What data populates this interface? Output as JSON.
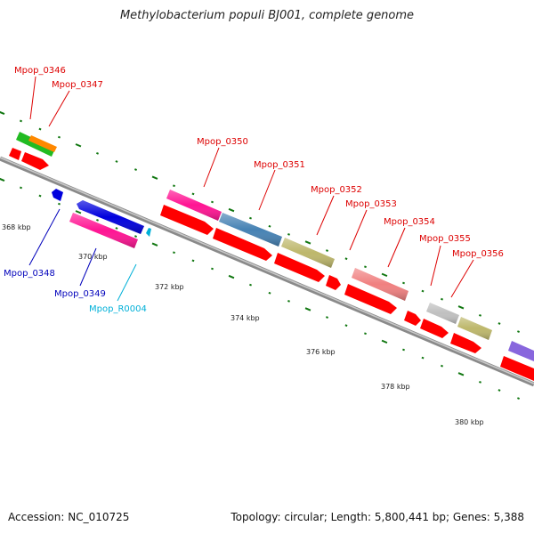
{
  "title": "Methylobacterium populi BJ001, complete genome",
  "footer": {
    "accession": "Accession: NC_010725",
    "summary": "Topology: circular; Length: 5,800,441 bp; Genes: 5,388"
  },
  "ruler": {
    "labels": [
      "368 kbp",
      "370 kbp",
      "372 kbp",
      "374 kbp",
      "376 kbp",
      "378 kbp",
      "380 kbp"
    ]
  },
  "colors": {
    "red_label": "#dd0000",
    "blue_label": "#0000bb",
    "cyan_label": "#00b0d8",
    "tick": "#117711",
    "backbone": "#999999"
  },
  "genes": [
    {
      "id": "Mpop_0346",
      "color": "#22bb22"
    },
    {
      "id": "Mpop_0347",
      "color": "#ff8800"
    },
    {
      "id": "Mpop_0348",
      "color": "#0000dd"
    },
    {
      "id": "Mpop_0349",
      "color": "#ff1493"
    },
    {
      "id": "Mpop_R0004",
      "color": "#00b0d8"
    },
    {
      "id": "Mpop_0350",
      "color": "#ff1493"
    },
    {
      "id": "Mpop_0351",
      "color": "#4682b4"
    },
    {
      "id": "Mpop_0352",
      "color": "#bdb76b"
    },
    {
      "id": "Mpop_0353",
      "color": "#f08080"
    },
    {
      "id": "Mpop_0354",
      "color": "#f08080"
    },
    {
      "id": "Mpop_0355",
      "color": "#c0c0c0"
    },
    {
      "id": "Mpop_0356",
      "color": "#bdb76b"
    }
  ],
  "orf_color": "#ff0000",
  "other_color": "#8866dd"
}
